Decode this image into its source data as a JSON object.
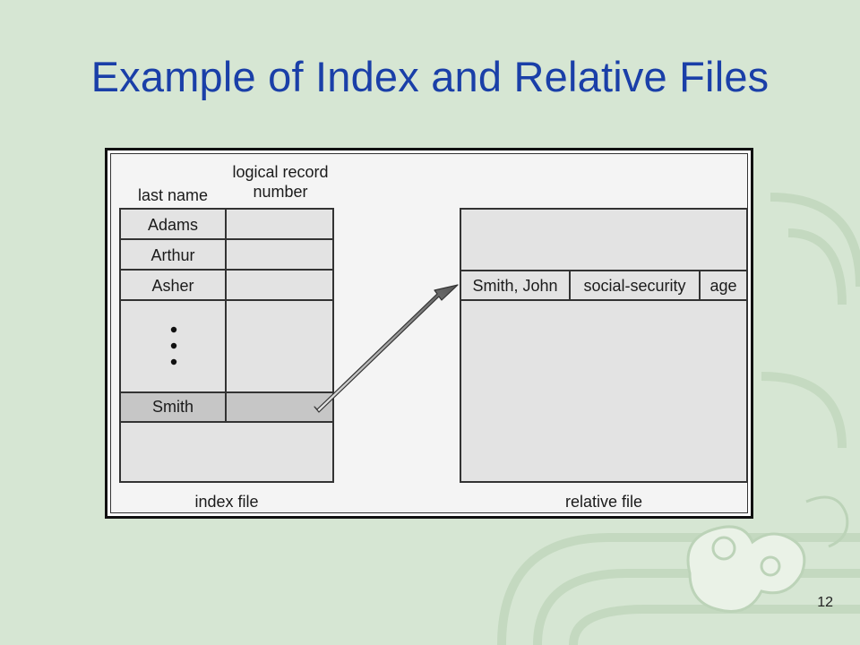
{
  "slide": {
    "title": "Example of Index and Relative Files",
    "page_number": "12",
    "background_color": "#d6e6d3",
    "title_color": "#1a3fa8",
    "decoration_icon": "swirl-ornament-icon"
  },
  "index_file": {
    "caption": "index file",
    "column_headers": {
      "last_name": "last name",
      "logical_record_line1": "logical record",
      "logical_record_line2": "number"
    },
    "rows": [
      "Adams",
      "Arthur",
      "Asher",
      "Smith"
    ],
    "ellipsis": "• • •"
  },
  "relative_file": {
    "caption": "relative file",
    "record_fields": [
      "Smith, John",
      "social-security",
      "age"
    ]
  }
}
